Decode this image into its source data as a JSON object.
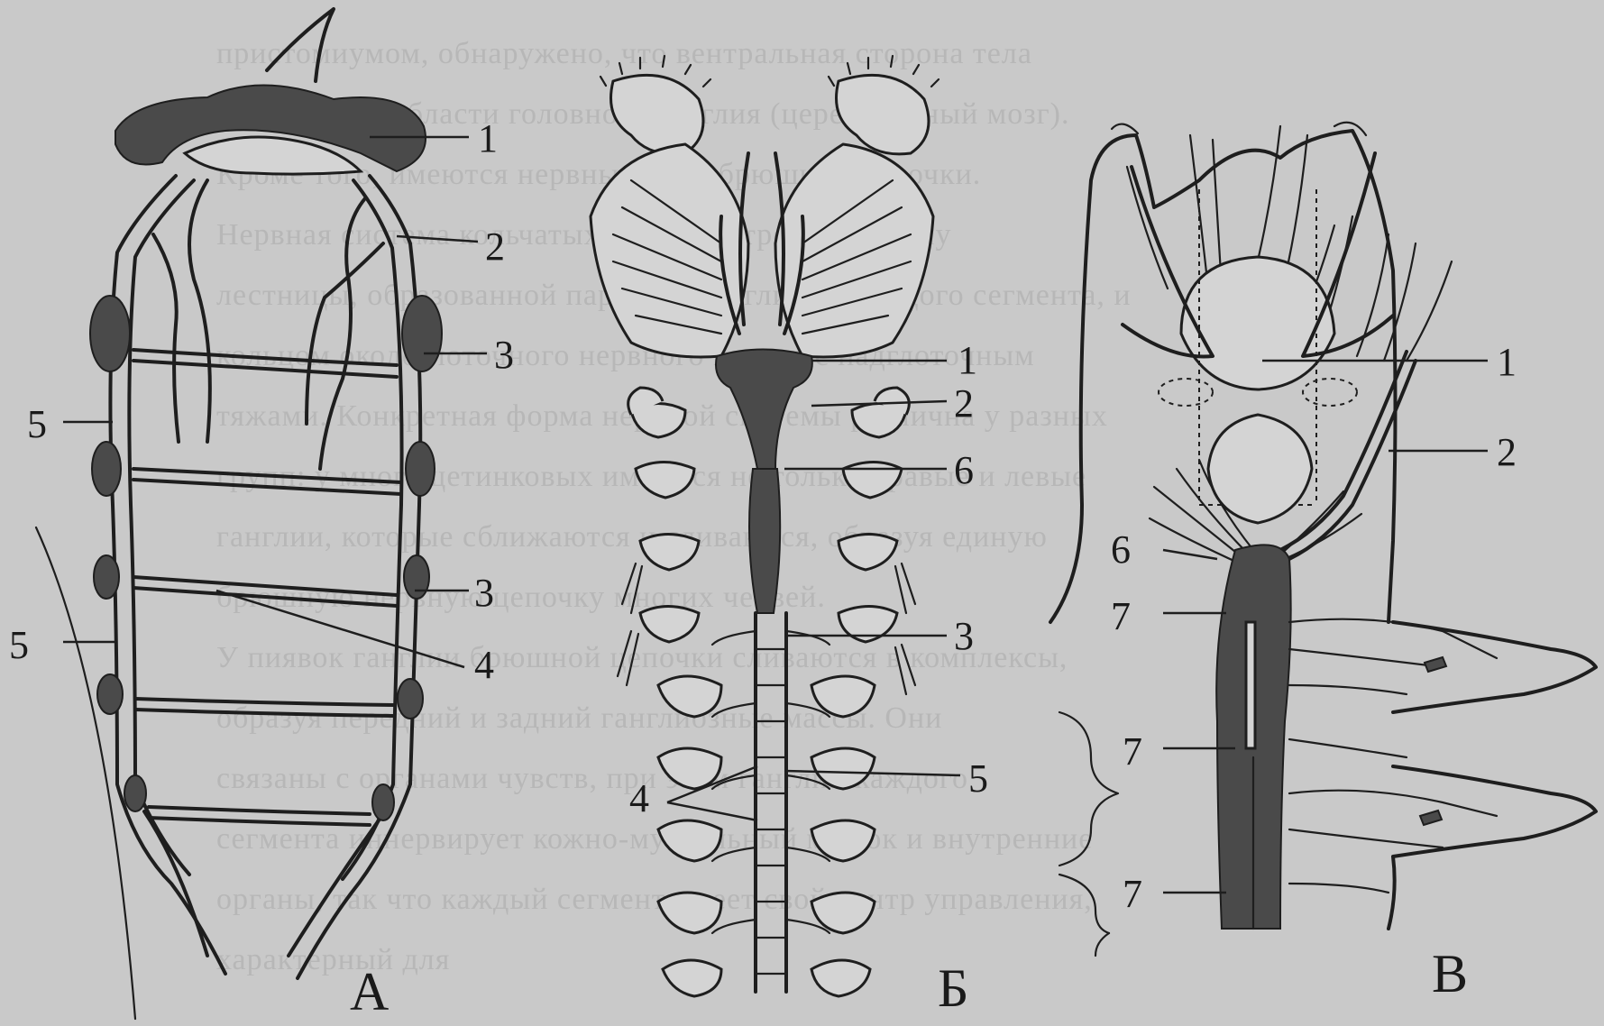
{
  "figure": {
    "panels": [
      {
        "id": "A",
        "label": "А",
        "callouts": [
          "1",
          "2",
          "3",
          "3",
          "4",
          "5",
          "5"
        ]
      },
      {
        "id": "B",
        "label": "Б",
        "callouts": [
          "1",
          "2",
          "6",
          "3",
          "5",
          "4"
        ]
      },
      {
        "id": "C",
        "label": "В",
        "callouts": [
          "1",
          "2",
          "6",
          "7",
          "7",
          "7"
        ]
      }
    ]
  },
  "background_text": [
    "пристомиумом, обнаружено, что вентральная сторона тела",
    "организма в области головного ганглия (церебральный мозг).",
    "Кроме того, имеются нервные узлы брюшной цепочки.",
    "Нервная система кольчатых червей устроена по типу",
    "лестницы, образованной парными ганглиями каждого сегмента, и",
    "кольцом окологлоточного нервного кольца с надглоточным",
    "тяжами. Конкретная форма нервной системы различна у разных",
    "групп: у многощетинковых имеются не только правые и левые",
    "ганглии, которые сближаются и сливаются, образуя единую",
    "брюшную нервную цепочку многих червей.",
    "У пиявок ганглии брюшной цепочки сливаются в комплексы,",
    "образуя передний и задний ганглиозные массы. Они",
    "связаны с органами чувств, при этом ганглий каждого",
    "сегмента иннервирует кожно-мускульный мешок и внутренние",
    "органы, так что каждый сегмент имеет свой центр управления,",
    "характерный для"
  ]
}
